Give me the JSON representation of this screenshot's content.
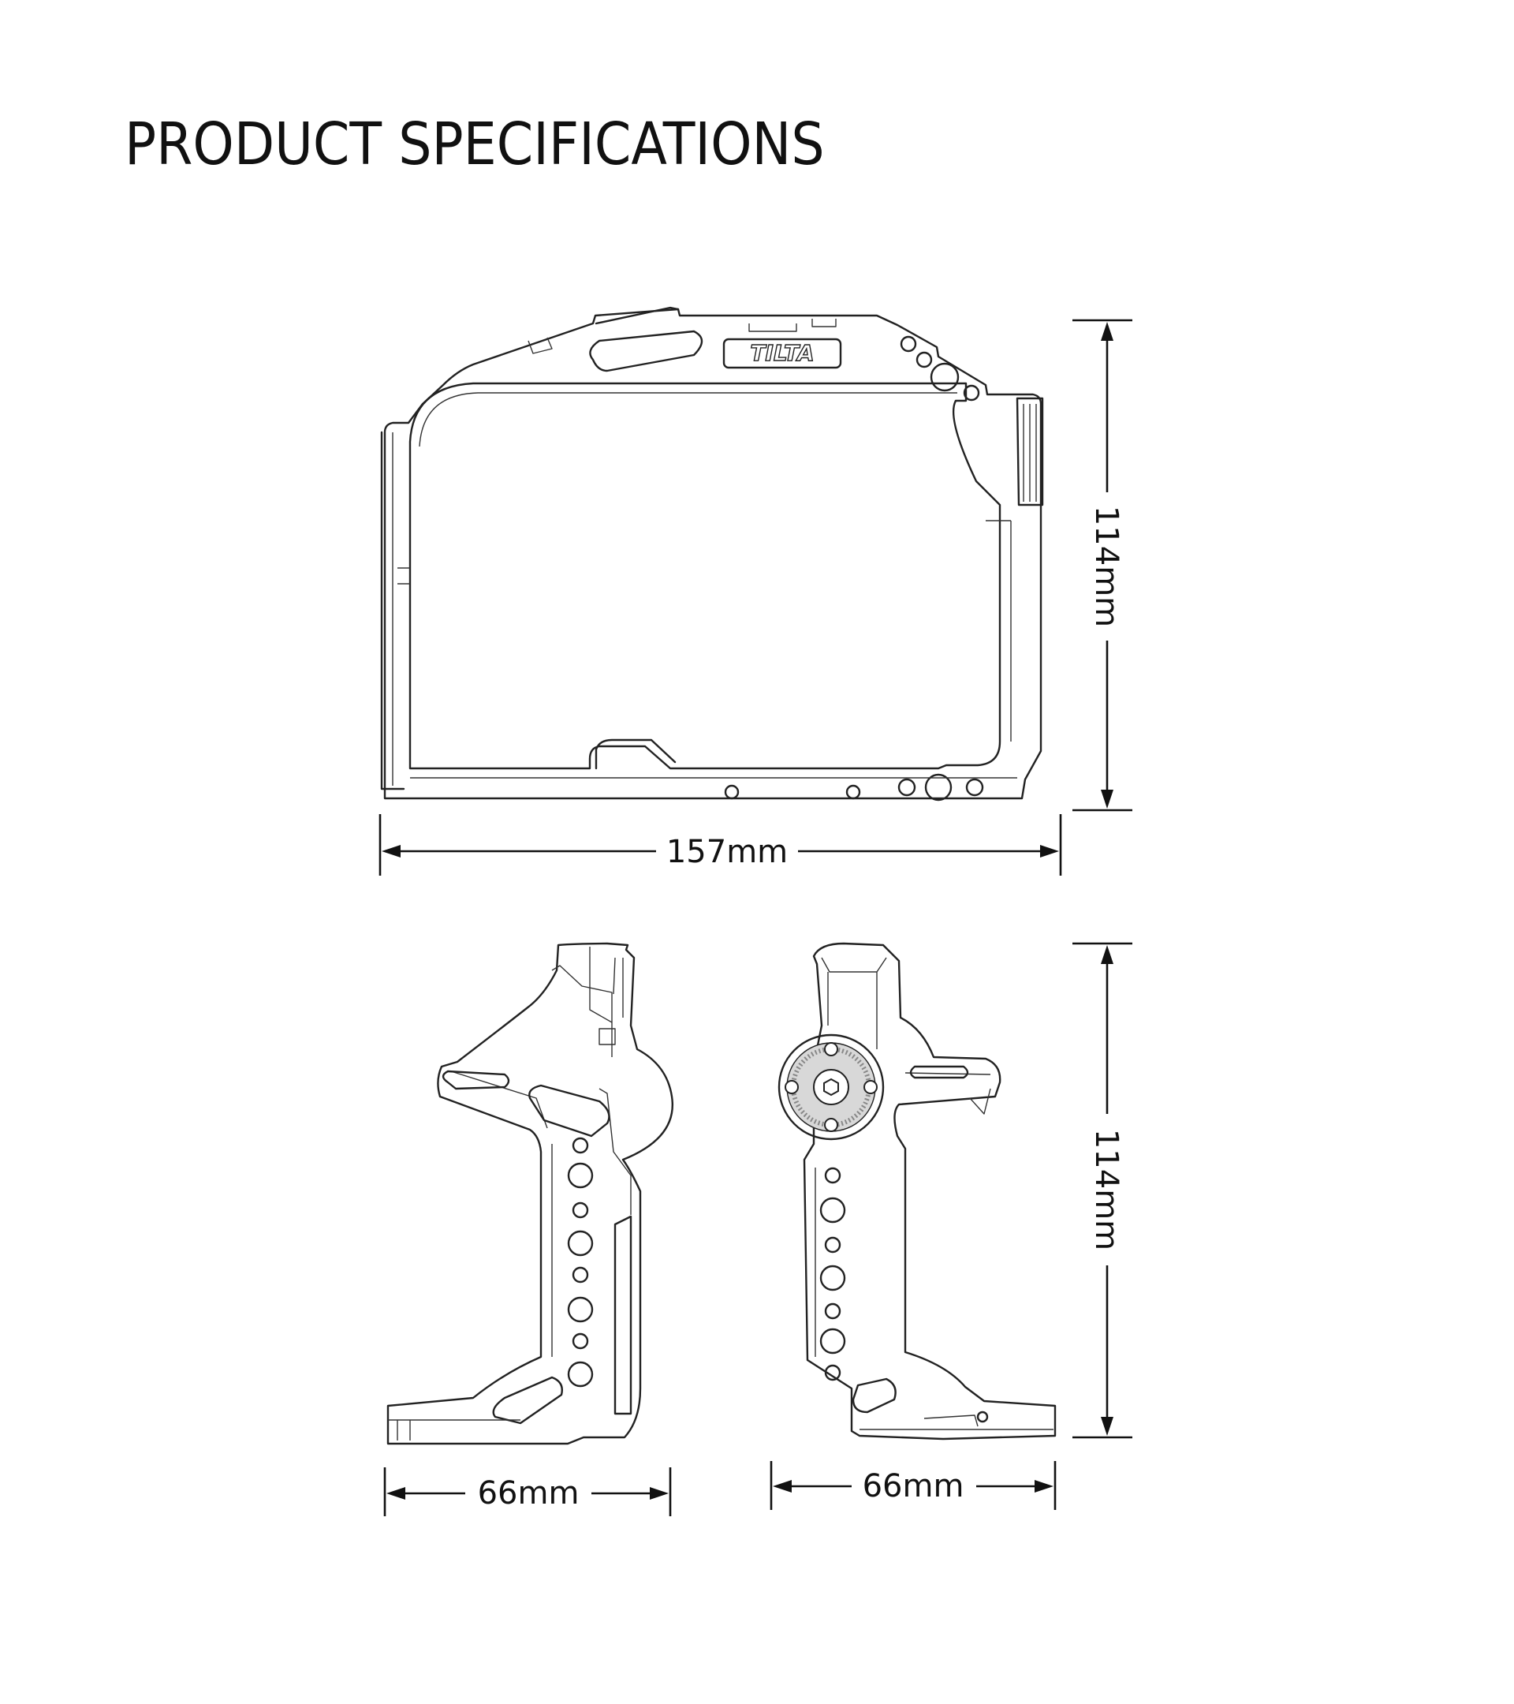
{
  "page": {
    "title": "PRODUCT SPECIFICATIONS"
  },
  "brand": {
    "logo_text": "TILTA"
  },
  "dimensions": {
    "front_width": "157mm",
    "front_height": "114mm",
    "left_side_width": "66mm",
    "right_side_width": "66mm",
    "side_height": "114mm"
  },
  "colors": {
    "line": "#222222",
    "background": "#ffffff"
  }
}
